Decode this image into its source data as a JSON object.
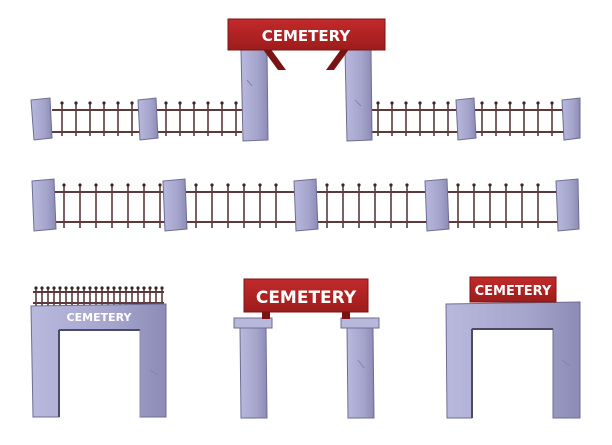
{
  "illustration": {
    "top_arch_sign": "CEMETERY",
    "stone_arch_label": "CEMETERY",
    "sign_arch_label": "CEMETERY",
    "block_arch_sign": "CEMETERY"
  },
  "colors": {
    "stone": "#a5a5cc",
    "stone_light": "#b8b8dc",
    "stone_shadow": "#7d7ca8",
    "stone_outline": "#4a4a6a",
    "sign_red": "#b22222",
    "sign_dark": "#7a1414",
    "iron": "#5a3a3a",
    "iron_tip": "#3a2424"
  }
}
